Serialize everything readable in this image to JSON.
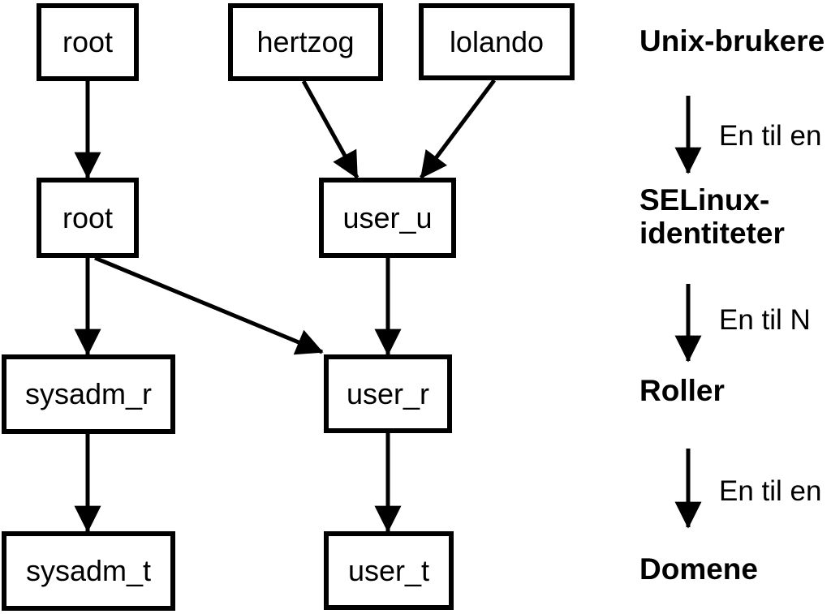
{
  "nodes": {
    "unix_root": {
      "label": "root"
    },
    "unix_hertzog": {
      "label": "hertzog"
    },
    "unix_lolando": {
      "label": "lolando"
    },
    "identity_root": {
      "label": "root"
    },
    "identity_user_u": {
      "label": "user_u"
    },
    "role_sysadm_r": {
      "label": "sysadm_r"
    },
    "role_user_r": {
      "label": "user_r"
    },
    "domain_sysadm_t": {
      "label": "sysadm_t"
    },
    "domain_user_t": {
      "label": "user_t"
    }
  },
  "edges": [
    {
      "from": "unix_root",
      "to": "identity_root"
    },
    {
      "from": "unix_hertzog",
      "to": "identity_user_u"
    },
    {
      "from": "unix_lolando",
      "to": "identity_user_u"
    },
    {
      "from": "identity_root",
      "to": "role_sysadm_r"
    },
    {
      "from": "identity_root",
      "to": "role_user_r"
    },
    {
      "from": "identity_user_u",
      "to": "role_user_r"
    },
    {
      "from": "role_sysadm_r",
      "to": "domain_sysadm_t"
    },
    {
      "from": "role_user_r",
      "to": "domain_user_t"
    }
  ],
  "legend": {
    "level1_label": "Unix-brukere",
    "mapping1_label": "En til en",
    "level2_label_line1": "SELinux-",
    "level2_label_line2": "identiteter",
    "mapping2_label": "En til N",
    "level3_label": "Roller",
    "mapping3_label": "En til en",
    "level4_label": "Domene"
  },
  "colors": {
    "foreground": "#000000",
    "background": "#ffffff"
  }
}
